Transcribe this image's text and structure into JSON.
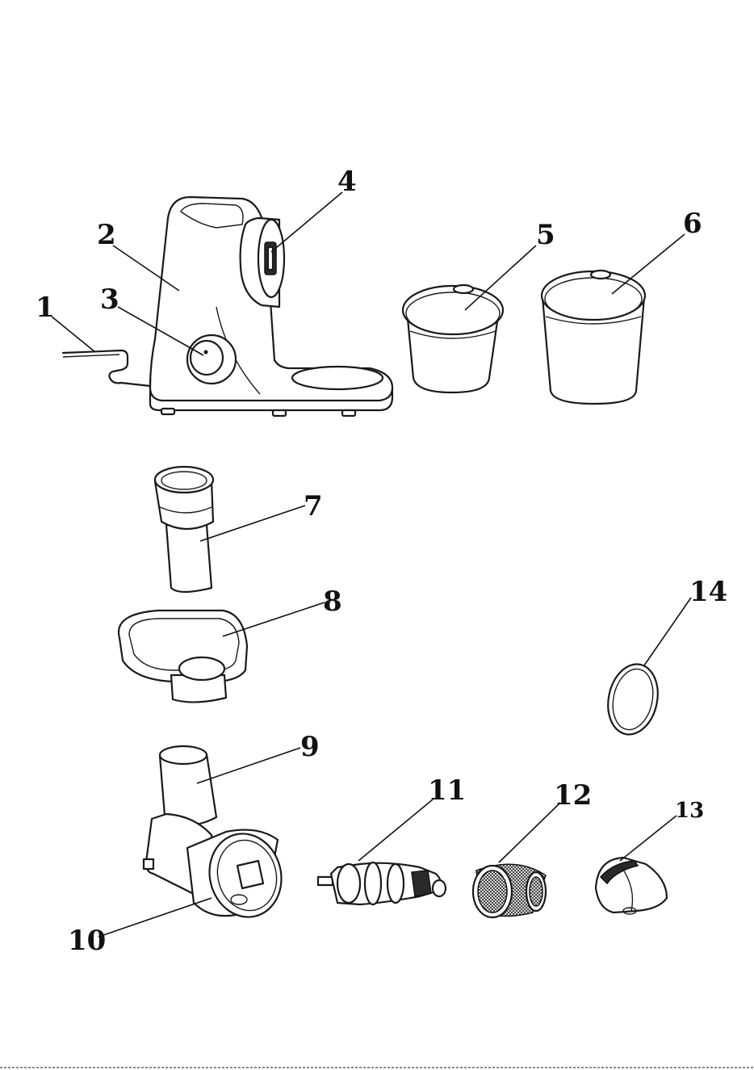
{
  "parts": [
    {
      "id": 1,
      "label": "1"
    },
    {
      "id": 2,
      "label": "2"
    },
    {
      "id": 3,
      "label": "3"
    },
    {
      "id": 4,
      "label": "4"
    },
    {
      "id": 5,
      "label": "5"
    },
    {
      "id": 6,
      "label": "6"
    },
    {
      "id": 7,
      "label": "7"
    },
    {
      "id": 8,
      "label": "8"
    },
    {
      "id": 9,
      "label": "9"
    },
    {
      "id": 10,
      "label": "10"
    },
    {
      "id": 11,
      "label": "11"
    },
    {
      "id": 12,
      "label": "12"
    },
    {
      "id": 13,
      "label": "13"
    },
    {
      "id": 14,
      "label": "14"
    }
  ]
}
